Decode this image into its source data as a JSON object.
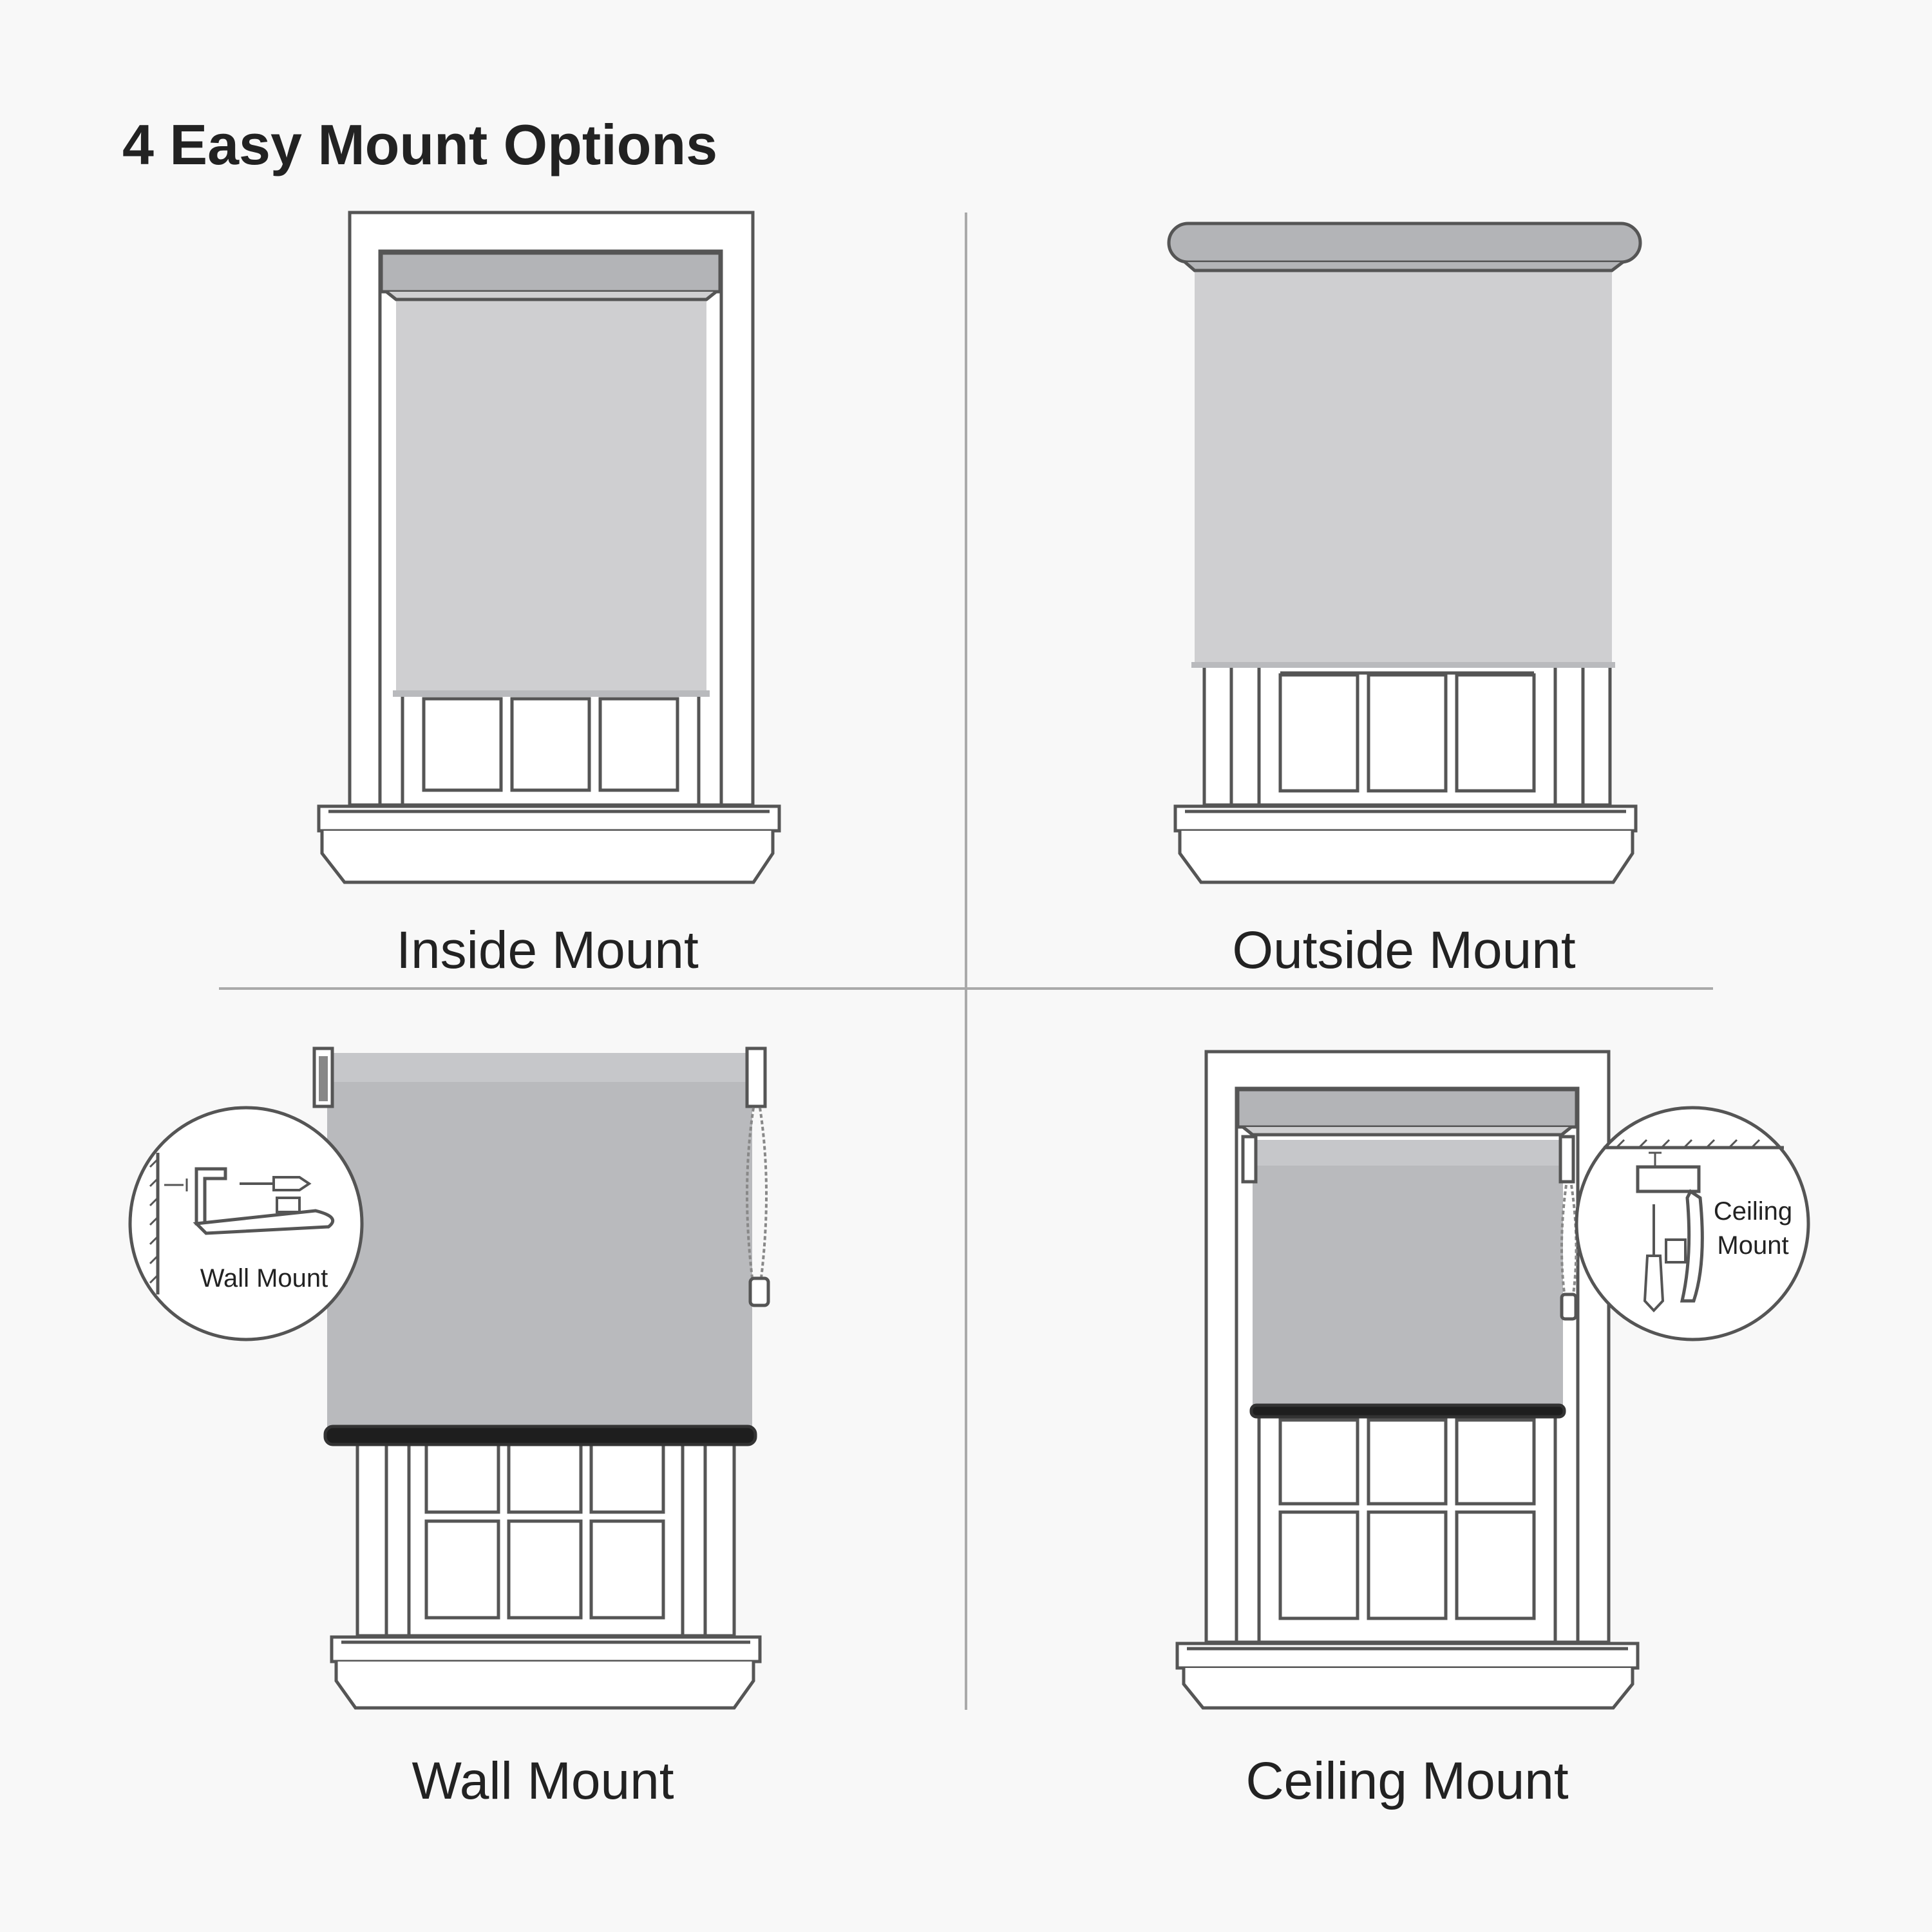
{
  "title": "4 Easy Mount Options",
  "panels": {
    "inside": {
      "label": "Inside Mount"
    },
    "outside": {
      "label": "Outside Mount"
    },
    "wall": {
      "label": "Wall Mount",
      "callout": "Wall Mount"
    },
    "ceiling": {
      "label": "Ceiling Mount",
      "callout_line1": "Ceiling",
      "callout_line2": "Mount"
    }
  },
  "colors": {
    "background": "#f8f8f8",
    "outline": "#555555",
    "shade_light": "#cfcfd1",
    "shade_medium": "#b9babd",
    "valance": "#b3b4b7",
    "divider": "#aaaaaa",
    "text": "#222222"
  }
}
